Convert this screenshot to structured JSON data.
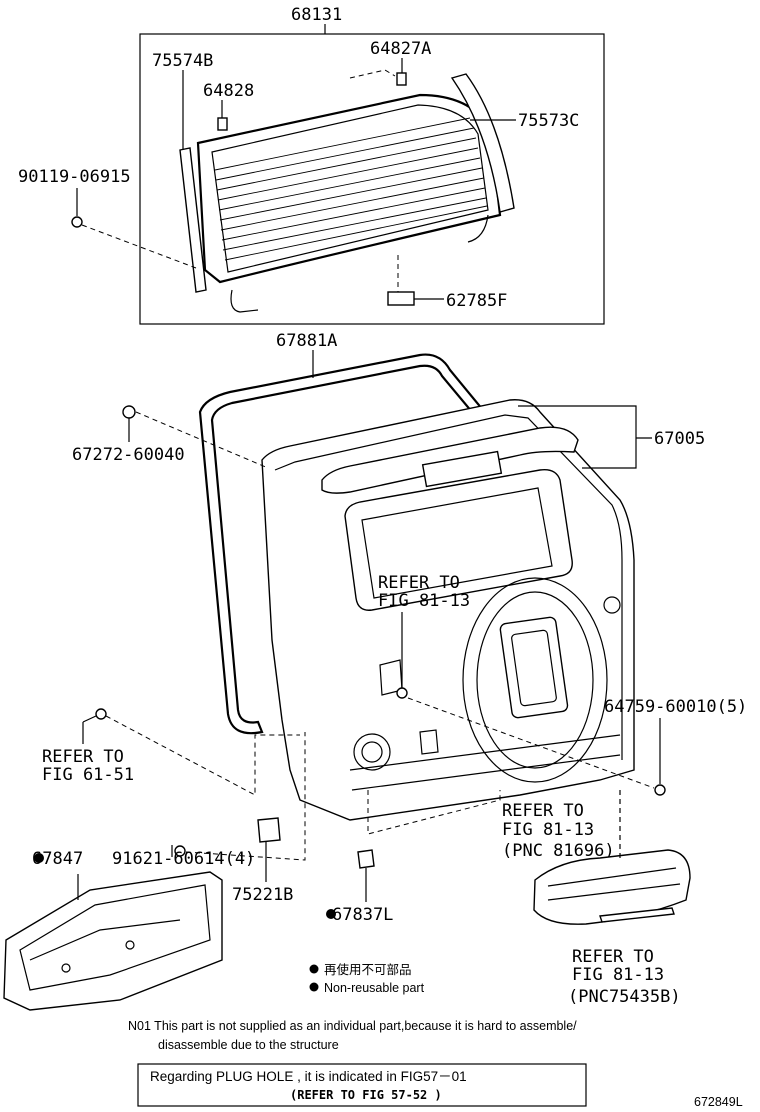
{
  "labels": {
    "p68131": "68131",
    "p75574B": "75574B",
    "p64827A": "64827A",
    "p64828": "64828",
    "p75573C": "75573C",
    "p90119": "90119-06915",
    "p62785F": "62785F",
    "p67881A": "67881A",
    "p67272": "67272-60040",
    "p67005": "67005",
    "refer81_13_a_1": "REFER TO",
    "refer81_13_a_2": "FIG 81-13",
    "p64759": "64759-60010(5)",
    "refer61_51_1": "REFER TO",
    "refer61_51_2": "FIG 61-51",
    "refer81_13_b_1": "REFER TO",
    "refer81_13_b_2": "FIG 81-13",
    "refer81_13_b_3": "(PNC 81696)",
    "p67847": "67847",
    "p91621": "91621-60614(4)",
    "p75221B": "75221B",
    "p67837L": "67837L",
    "refer81_13_c_1": "REFER TO",
    "refer81_13_c_2": "FIG 81-13",
    "refer81_13_c_3": "(PNC75435B)"
  },
  "legend": {
    "jp": "再使用不可部品",
    "en": "Non-reusable part"
  },
  "notes": {
    "n01_line1": "N01 This part is not supplied as an individual part,because it is hard to assemble/",
    "n01_line2": "disassemble due to the structure"
  },
  "plug_box": {
    "line1": "Regarding PLUG HOLE , it is indicated in FIG57－01",
    "line2": "(REFER TO FIG  57-52 )"
  },
  "figure_id": "672849L"
}
